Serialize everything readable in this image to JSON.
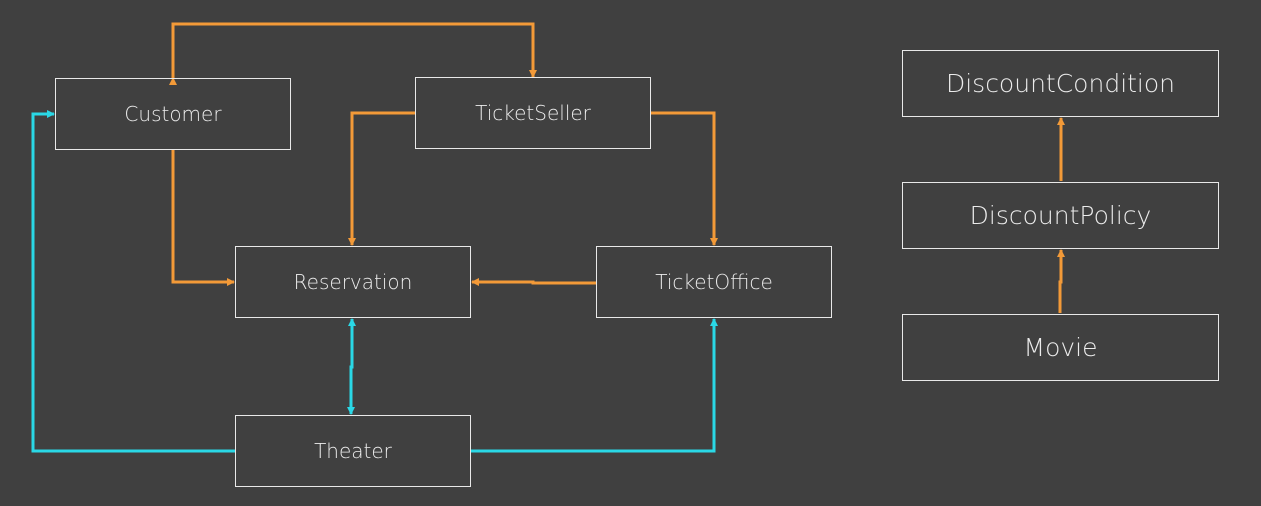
{
  "colors": {
    "background": "#404040",
    "box_border": "#e9e9e9",
    "text": "#ececec",
    "orange_edge": "#f39a38",
    "cyan_edge": "#2ad8e6"
  },
  "nodes": {
    "customer": "Customer",
    "ticketseller": "TicketSeller",
    "reservation": "Reservation",
    "ticketoffice": "TicketOffice",
    "theater": "Theater",
    "discountcondition": "DiscountCondition",
    "discountpolicy": "DiscountPolicy",
    "movie": "Movie"
  }
}
